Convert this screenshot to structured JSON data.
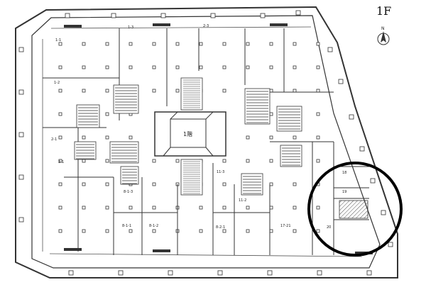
{
  "floor_label": "1F",
  "compass_label": "N",
  "room_labels": {
    "r1": "1-3",
    "r2": "2-3",
    "r3": "1-2",
    "r4": "1-1",
    "r5": "2-1",
    "r6": "3-1",
    "r7": "8-1-3",
    "r8": "8-1-2",
    "r9": "8-1-1",
    "r10": "8-2-1",
    "r11": "11-3",
    "r12": "11-2",
    "r13": "17-21",
    "r14": "18",
    "r15": "19",
    "r16": "20",
    "atrium": "1階"
  },
  "highlight_color": "#000000",
  "line_color": "#333333"
}
